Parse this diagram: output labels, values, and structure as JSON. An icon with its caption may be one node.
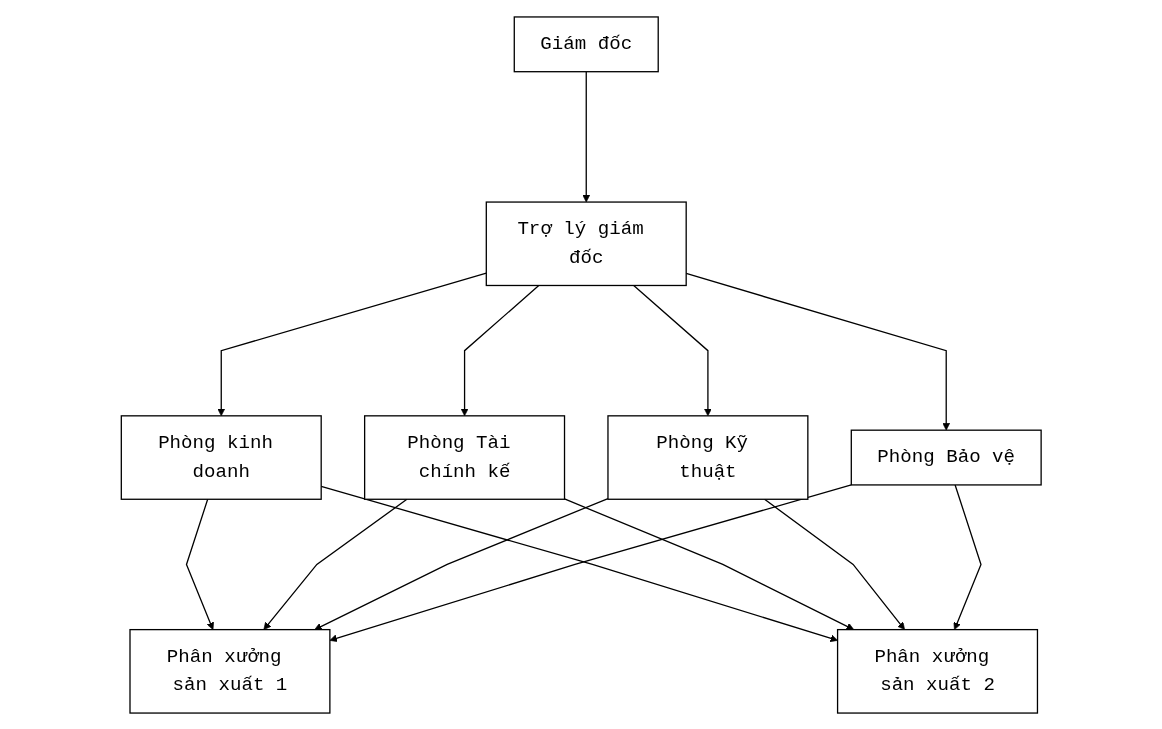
{
  "diagram": {
    "nodes": [
      {
        "text": [
          "Giám đốc"
        ]
      },
      {
        "text": [
          "Trợ lý giám đốc"
        ]
      },
      {
        "text": [
          "Phòng kinh doanh"
        ]
      },
      {
        "text": [
          "Phòng Tài chính kế"
        ]
      },
      {
        "text": [
          "Phòng Kỹ thuật"
        ]
      },
      {
        "text": [
          "Phòng Bảo vệ"
        ]
      },
      {
        "text": [
          "Phân xưởng sản xuất 1"
        ]
      },
      {
        "text": [
          "Phân xưởng sản xuất 2"
        ]
      }
    ],
    "edges": [
      {
        "from": 0,
        "to": 1,
        "arrow": "to"
      },
      {
        "from": 1,
        "to": 2,
        "arrow": "to"
      },
      {
        "from": 1,
        "to": 3,
        "arrow": "to"
      },
      {
        "from": 1,
        "to": 4,
        "arrow": "to"
      },
      {
        "from": 1,
        "to": 5,
        "arrow": "to"
      },
      {
        "from": 2,
        "to": 6,
        "arrow": "to"
      },
      {
        "from": 2,
        "to": 7,
        "arrow": "to"
      },
      {
        "from": 3,
        "to": 6,
        "arrow": "to"
      },
      {
        "from": 3,
        "to": 7,
        "arrow": "to"
      },
      {
        "from": 4,
        "to": 6,
        "arrow": "to"
      },
      {
        "from": 4,
        "to": 7,
        "arrow": "to"
      },
      {
        "from": 5,
        "to": 6,
        "arrow": "to"
      },
      {
        "from": 5,
        "to": 7,
        "arrow": "to"
      }
    ]
  }
}
